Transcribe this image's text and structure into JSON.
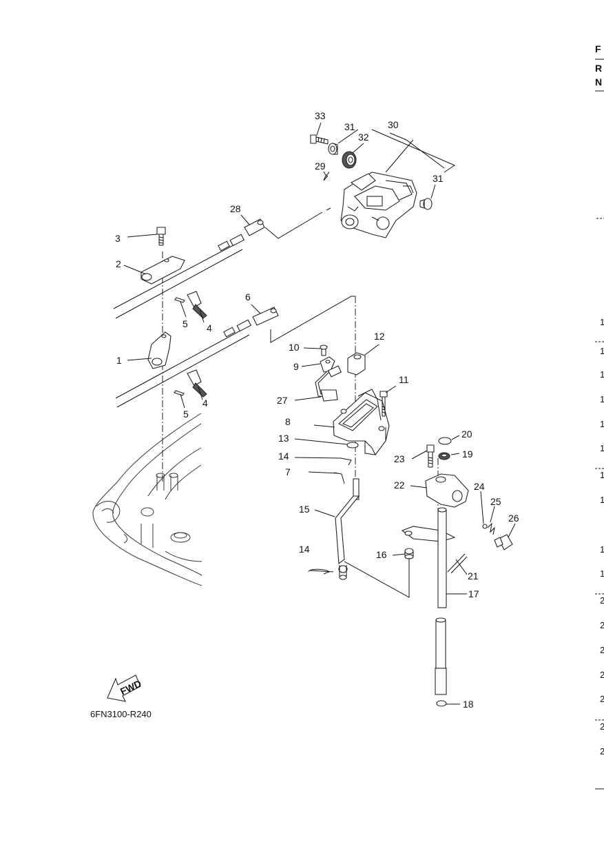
{
  "diagram": {
    "part_code": "6FN3100-R240",
    "fwd_label": "FWD",
    "callouts": [
      "1",
      "2",
      "3",
      "4",
      "4",
      "5",
      "5",
      "6",
      "7",
      "8",
      "9",
      "10",
      "11",
      "12",
      "13",
      "14",
      "14",
      "15",
      "16",
      "17",
      "18",
      "19",
      "20",
      "21",
      "22",
      "23",
      "24",
      "25",
      "26",
      "27",
      "28",
      "29",
      "30",
      "31",
      "31",
      "32",
      "33"
    ]
  },
  "right_edge": {
    "header": [
      "F",
      "R",
      "N"
    ],
    "row_fragments": [
      "1",
      "1",
      "1",
      "1",
      "1",
      "1",
      "1",
      "1",
      "1",
      "1",
      "2",
      "2",
      "2",
      "2",
      "2",
      "2",
      "2"
    ]
  }
}
